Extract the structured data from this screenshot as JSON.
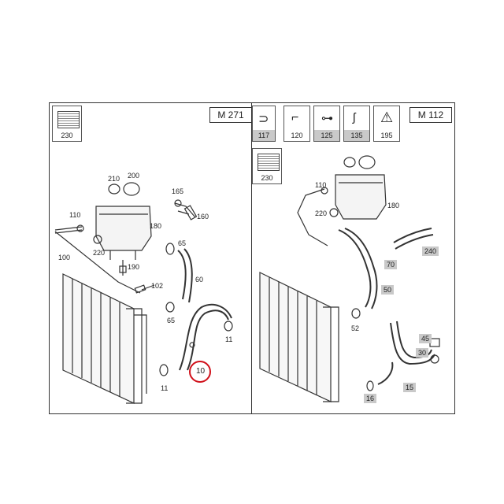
{
  "left_panel": {
    "model": "M 271",
    "ref_box_label": "230",
    "callouts": {
      "c210": "210",
      "c200": "200",
      "c165": "165",
      "c160": "160",
      "c110": "110",
      "c180": "180",
      "c65a": "65",
      "c100": "100",
      "c220": "220",
      "c190": "190",
      "c102": "102",
      "c60": "60",
      "c65b": "65",
      "c11a": "11",
      "c10": "10",
      "c11b": "11"
    }
  },
  "right_panel": {
    "model": "M 112",
    "tools": [
      {
        "label": "117",
        "shaded": true,
        "icon": "clamp-icon"
      },
      {
        "label": "120",
        "shaded": false,
        "icon": "hose-clip-icon"
      },
      {
        "label": "125",
        "shaded": true,
        "icon": "valve-icon"
      },
      {
        "label": "135",
        "shaded": true,
        "icon": "hook-icon"
      },
      {
        "label": "195",
        "shaded": false,
        "icon": "warning-triangle-icon"
      }
    ],
    "ref_box_label": "230",
    "callouts": {
      "c110": "110",
      "c220": "220",
      "c180": "180",
      "c52": "52"
    },
    "tags": {
      "t240": "240",
      "t70": "70",
      "t50": "50",
      "t45": "45",
      "t30": "30",
      "t15": "15",
      "t16": "16"
    }
  }
}
